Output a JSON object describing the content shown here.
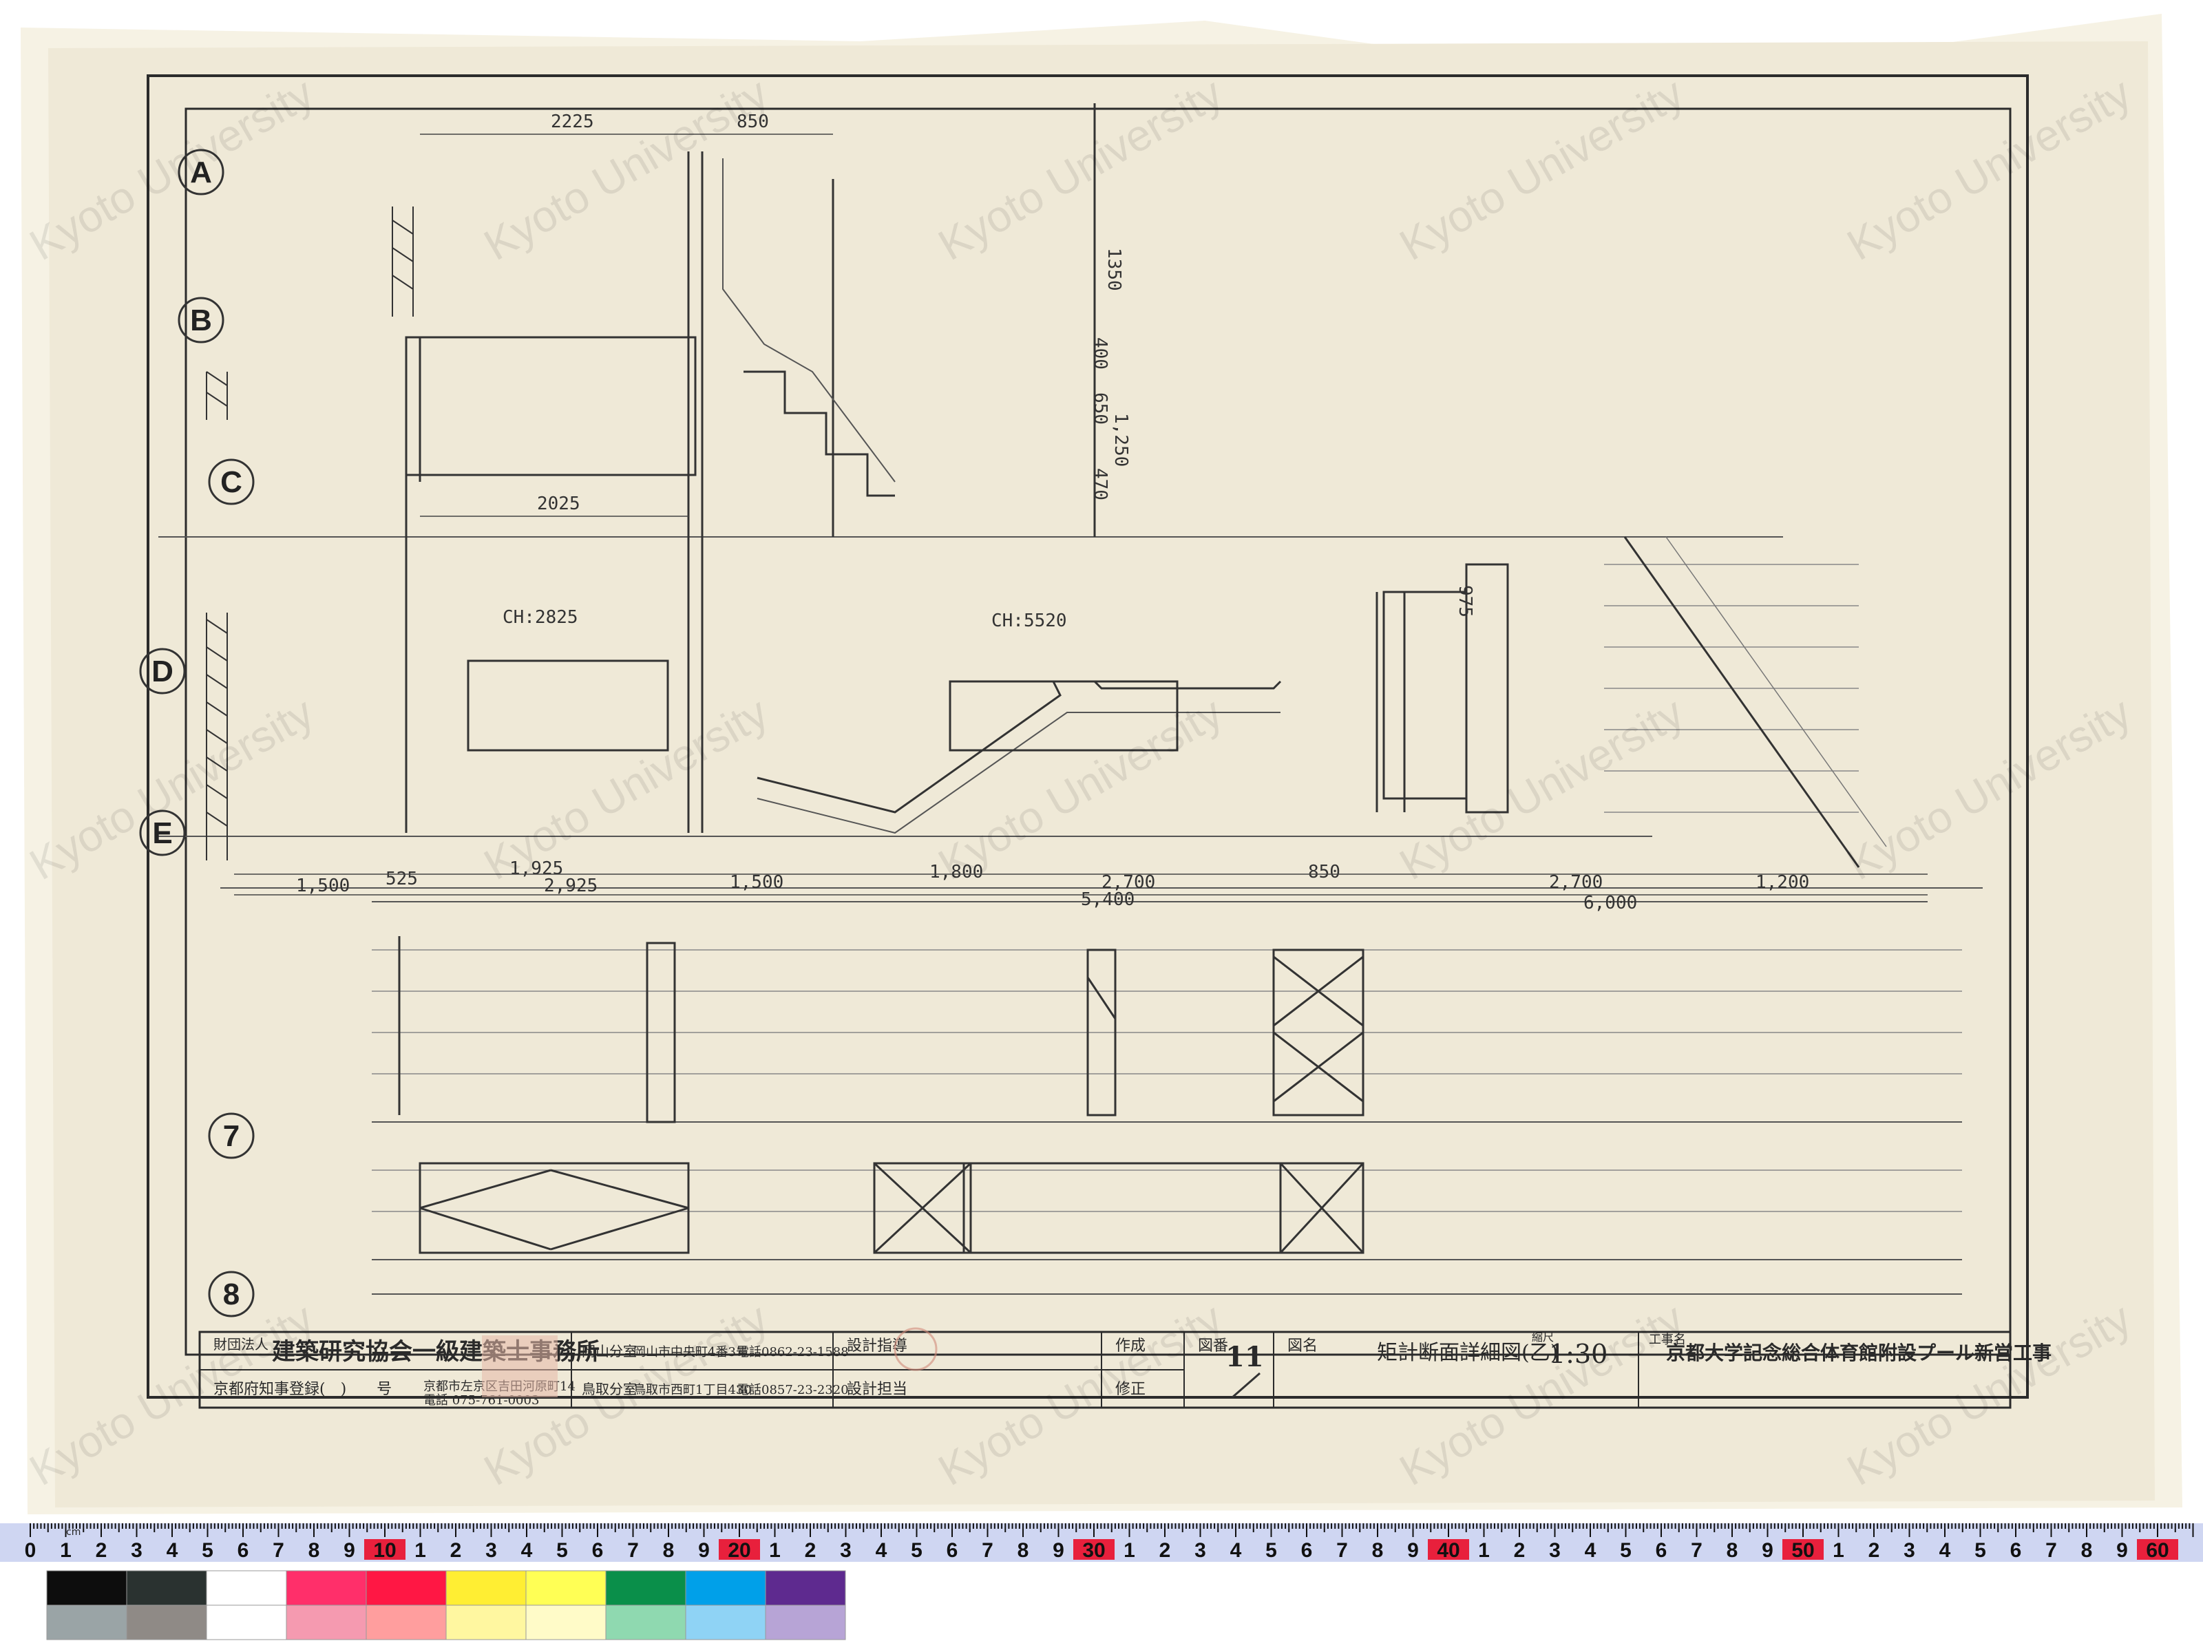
{
  "watermark": "Kyoto University",
  "grid_labels": [
    "A",
    "B",
    "C",
    "D",
    "E",
    "7",
    "8"
  ],
  "dimensions": {
    "top_span_a": "2225",
    "top_span_b": "850",
    "mid_span": "2025",
    "ch_left": "CH:2825",
    "ch_right": "CH:5520",
    "bottom_row": [
      "1,500",
      "525",
      "1,925",
      "2,925",
      "1,500",
      "1,800",
      "5,400",
      "2,700",
      "850",
      "2,700",
      "1,200",
      "6,000"
    ],
    "vertical": [
      "1350",
      "400",
      "1,250",
      "470",
      "650",
      "975"
    ]
  },
  "title_block": {
    "org_prefix": "財団法人",
    "org_name": "建築研究協会一級建築士事務所",
    "registration": "京都府知事登録(　)　　号",
    "kyoto_address": "京都市左京区吉田河原町14",
    "kyoto_phone": "電話 075-761-0003",
    "okayama_office": "岡山分室",
    "okayama_address": "岡山市中央町4番3号",
    "okayama_phone": "電話0862-23-1588",
    "tottori_office": "鳥取分室",
    "tottori_address": "鳥取市西町1丁目430",
    "tottori_phone": "電話0857-23-2320",
    "design_guidance": "設計指導",
    "design_charge": "設計担当",
    "drawn_by": "作成",
    "revised": "修正",
    "drawing_no_label": "図番",
    "drawing_no": "11",
    "drawing_name_label": "図名",
    "drawing_name": "矩計断面詳細図(乙)",
    "scale_label": "縮尺",
    "scale": "1:30",
    "project_label": "工事名",
    "project_name": "京都大学記念総合体育館附設プール新営工事"
  },
  "ruler": {
    "unit": "cm",
    "labels": [
      "0",
      "1",
      "2",
      "3",
      "4",
      "5",
      "6",
      "7",
      "8",
      "9",
      "10",
      "1",
      "2",
      "3",
      "4",
      "5",
      "6",
      "7",
      "8",
      "9",
      "20",
      "1",
      "2",
      "3",
      "4",
      "5",
      "6",
      "7",
      "8",
      "9",
      "30",
      "1",
      "2",
      "3",
      "4",
      "5",
      "6",
      "7",
      "8",
      "9",
      "40",
      "1",
      "2",
      "3",
      "4",
      "5",
      "6",
      "7",
      "8",
      "9",
      "50",
      "1",
      "2",
      "3",
      "4",
      "5",
      "6",
      "7",
      "8",
      "9",
      "60"
    ]
  },
  "color_patches": [
    "#0d0d0d",
    "#2a3230",
    "#ffffff",
    "#ff2f6a",
    "#ff1744",
    "#ffee33",
    "#ffff55",
    "#0a8f4a",
    "#00a0e9",
    "#5e2a8f",
    "#9aa4a6",
    "#8f8a86",
    "#ffffff",
    "#f59ab0",
    "#ff9e9e",
    "#fff7a0",
    "#fffbc8",
    "#8fd9b0",
    "#8fd3f5",
    "#b7a4d6"
  ],
  "colors": {
    "paper": "#efe9d7",
    "paper_edge": "#f6f2e4",
    "ink": "#2b2b2b",
    "ruler_bg": "#cfd6f2",
    "ruler_accent": "#e8203c"
  }
}
